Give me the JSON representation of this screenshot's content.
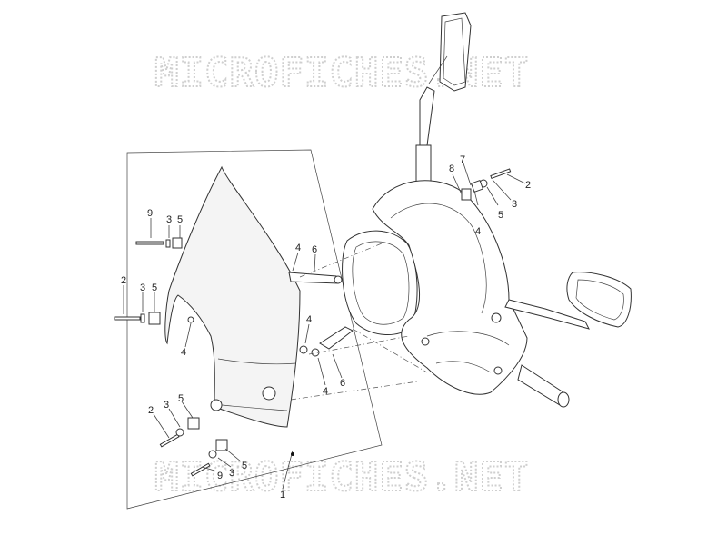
{
  "watermark": {
    "top": "MICROFICHES.NET",
    "bottom": "MICROFICHES.NET"
  },
  "callouts": {
    "c1": "1",
    "c2_a": "2",
    "c2_b": "2",
    "c2_c": "2",
    "c3_a": "3",
    "c3_b": "3",
    "c3_c": "3",
    "c3_d": "3",
    "c3_e": "3",
    "c4_a": "4",
    "c4_b": "4",
    "c4_c": "4",
    "c4_d": "4",
    "c4_e": "4",
    "c5_a": "5",
    "c5_b": "5",
    "c5_c": "5",
    "c5_d": "5",
    "c5_e": "5",
    "c6_a": "6",
    "c6_b": "6",
    "c7": "7",
    "c8": "8",
    "c9_a": "9",
    "c9_b": "9"
  }
}
